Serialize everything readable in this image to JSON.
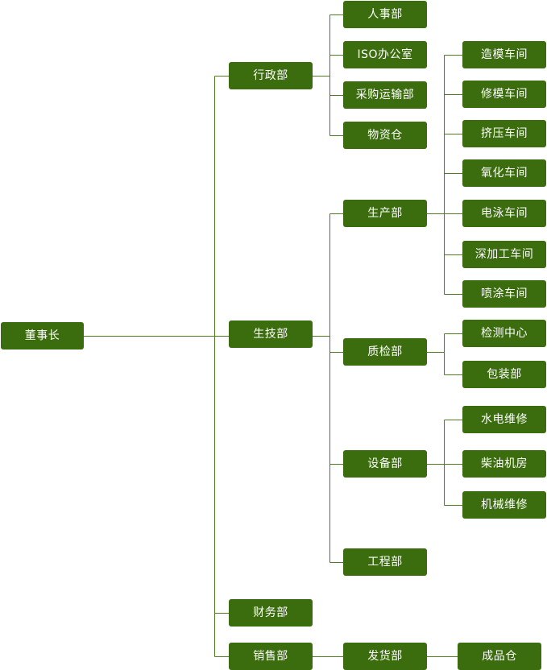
{
  "chairman": "董事长",
  "admin": {
    "label": "行政部",
    "children": [
      "人事部",
      "ISO办公室",
      "采购运输部",
      "物资仓"
    ]
  },
  "tech": {
    "label": "生技部",
    "production": {
      "label": "生产部",
      "children": [
        "造模车间",
        "修模车间",
        "挤压车间",
        "氧化车间",
        "电泳车间",
        "深加工车间",
        "喷涂车间"
      ]
    },
    "qc": {
      "label": "质检部",
      "children": [
        "检测中心",
        "包装部"
      ]
    },
    "equipment": {
      "label": "设备部",
      "children": [
        "水电维修",
        "柴油机房",
        "机械维修"
      ]
    },
    "engineering": {
      "label": "工程部"
    }
  },
  "finance": {
    "label": "财务部"
  },
  "sales": {
    "label": "销售部",
    "shipping": {
      "label": "发货部",
      "child": "成品仓"
    }
  }
}
